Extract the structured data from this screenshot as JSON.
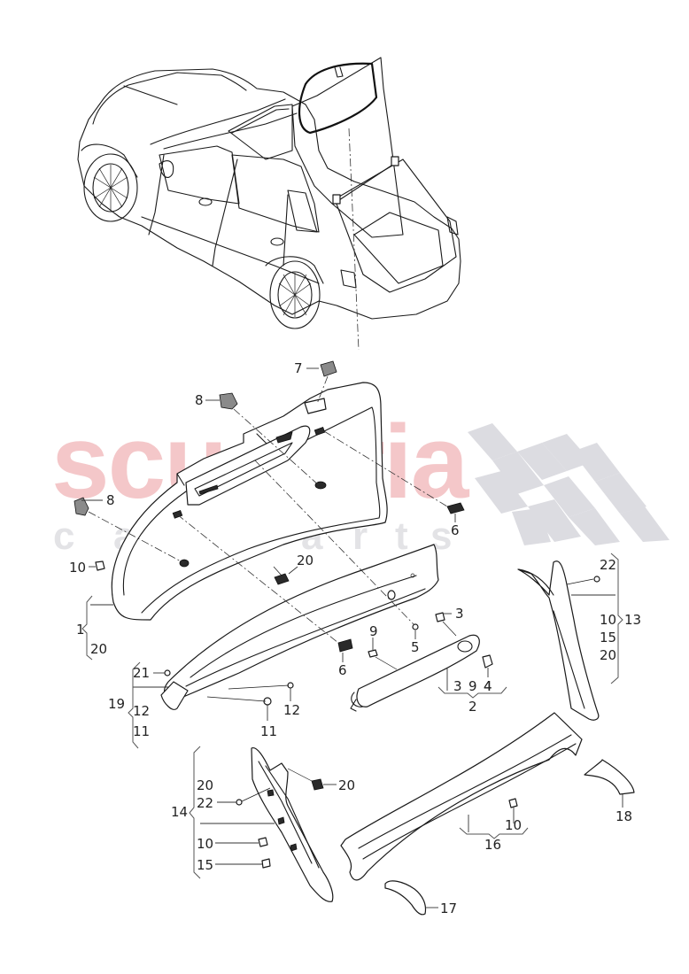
{
  "watermark": {
    "brand": "scuderia",
    "sub_letters": [
      "c",
      "a",
      "r",
      "p",
      "a",
      "r",
      "t",
      "s"
    ],
    "brand_color": "#f4c7c9",
    "sub_color": "#e3e3e6"
  },
  "callouts": [
    {
      "id": "c7",
      "text": "7"
    },
    {
      "id": "c8a",
      "text": "8"
    },
    {
      "id": "c8b",
      "text": "8"
    },
    {
      "id": "c6a",
      "text": "6"
    },
    {
      "id": "c10a",
      "text": "10"
    },
    {
      "id": "c20a",
      "text": "20"
    },
    {
      "id": "c1",
      "text": "1"
    },
    {
      "id": "c1_20",
      "text": "20"
    },
    {
      "id": "c5",
      "text": "5"
    },
    {
      "id": "c3a",
      "text": "3"
    },
    {
      "id": "c9a",
      "text": "9"
    },
    {
      "id": "c6b",
      "text": "6"
    },
    {
      "id": "c4",
      "text": "4"
    },
    {
      "id": "c2_3",
      "text": "3"
    },
    {
      "id": "c2_9",
      "text": "9"
    },
    {
      "id": "c2_4",
      "text": "4"
    },
    {
      "id": "c2",
      "text": "2"
    },
    {
      "id": "c21",
      "text": "21"
    },
    {
      "id": "c19",
      "text": "19"
    },
    {
      "id": "c19_12",
      "text": "12"
    },
    {
      "id": "c19_11",
      "text": "11"
    },
    {
      "id": "c12",
      "text": "12"
    },
    {
      "id": "c11",
      "text": "11"
    },
    {
      "id": "c22a",
      "text": "22"
    },
    {
      "id": "c13_10",
      "text": "10"
    },
    {
      "id": "c13",
      "text": "13"
    },
    {
      "id": "c13_15",
      "text": "15"
    },
    {
      "id": "c13_20",
      "text": "20"
    },
    {
      "id": "c14_20",
      "text": "20"
    },
    {
      "id": "c14_22",
      "text": "22"
    },
    {
      "id": "c14",
      "text": "14"
    },
    {
      "id": "c14_10",
      "text": "10"
    },
    {
      "id": "c14_15",
      "text": "15"
    },
    {
      "id": "c20b",
      "text": "20"
    },
    {
      "id": "c10b",
      "text": "10"
    },
    {
      "id": "c16",
      "text": "16"
    },
    {
      "id": "c18",
      "text": "18"
    },
    {
      "id": "c17",
      "text": "17"
    }
  ]
}
